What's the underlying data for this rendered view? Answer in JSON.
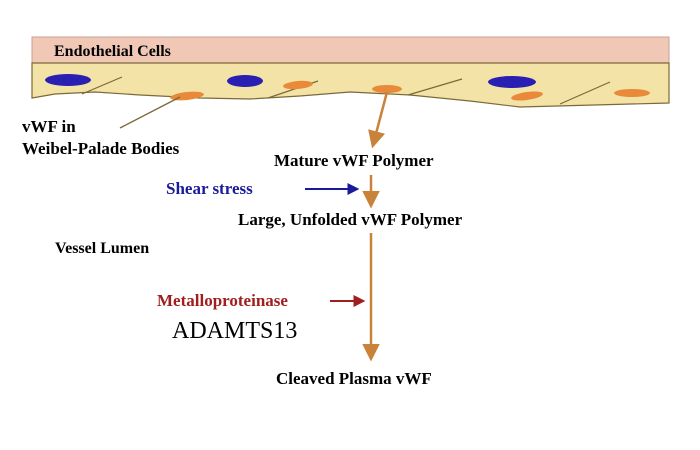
{
  "labels": {
    "endothelial_cells": "Endothelial Cells",
    "vwf_in": "vWF in",
    "weibel_palade_bodies": "Weibel-Palade Bodies",
    "mature_polymer": "Mature vWF Polymer",
    "shear_stress": "Shear stress",
    "large_unfolded_polymer": "Large, Unfolded vWF Polymer",
    "vessel_lumen": "Vessel Lumen",
    "metalloproteinase": "Metalloproteinase",
    "adamts13": "ADAMTS13",
    "cleaved_plasma_vwf": "Cleaved Plasma vWF"
  },
  "colors": {
    "membrane_band": "#f1c7b6",
    "cytoplasm": "#f4e3a6",
    "cell_outline": "#7a6a3a",
    "nucleus": "#2a1fb3",
    "weibel_palade_body": "#e98a3a",
    "flow_arrow": "#c9823a",
    "shear_arrow": "#1a1a9a",
    "shear_text": "#1a1a9a",
    "protease_arrow": "#a01e1e",
    "protease_text": "#a01e1e"
  }
}
